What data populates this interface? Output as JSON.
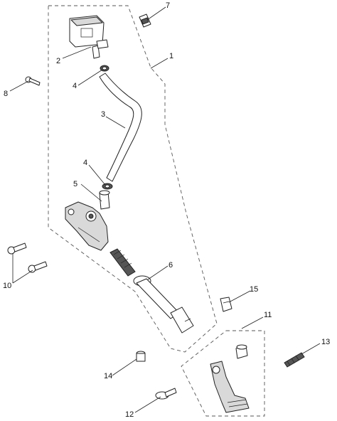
{
  "callouts": {
    "c1": "1",
    "c2": "2",
    "c3": "3",
    "c4a": "4",
    "c4b": "4",
    "c5": "5",
    "c6": "6",
    "c7": "7",
    "c8": "8",
    "c10": "10",
    "c11": "11",
    "c12": "12",
    "c13": "13",
    "c14": "14",
    "c15": "15"
  },
  "colors": {
    "line": "#222222",
    "dash": "#555555",
    "fill": "#d9d9d9"
  }
}
